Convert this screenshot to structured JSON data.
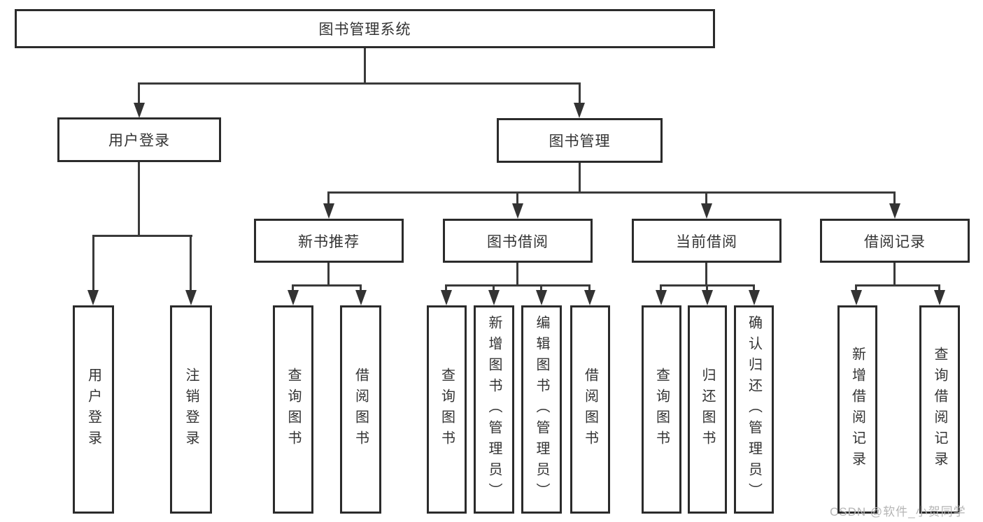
{
  "nodes": {
    "root": "图书管理系统",
    "user_login": "用户登录",
    "book_mgmt": "图书管理",
    "new_book_rec": "新书推荐",
    "book_borrow": "图书借阅",
    "current_borrow": "当前借阅",
    "borrow_records": "借阅记录",
    "leaf_user_login": "用户登录",
    "leaf_logout": "注销登录",
    "leaf_query_book_rec": "查询图书",
    "leaf_borrow_book_rec": "借阅图书",
    "leaf_query_book_borrow": "查询图书",
    "leaf_add_book_admin": "新增图书（管理员）",
    "leaf_edit_book_admin": "编辑图书（管理员）",
    "leaf_borrow_book": "借阅图书",
    "leaf_query_book_current": "查询图书",
    "leaf_return_book": "归还图书",
    "leaf_confirm_return_admin": "确认归还（管理员）",
    "leaf_add_borrow_record": "新增借阅记录",
    "leaf_query_borrow_record": "查询借阅记录"
  },
  "hierarchy": {
    "图书管理系统": {
      "用户登录": [
        "用户登录",
        "注销登录"
      ],
      "图书管理": {
        "新书推荐": [
          "查询图书",
          "借阅图书"
        ],
        "图书借阅": [
          "查询图书",
          "新增图书（管理员）",
          "编辑图书（管理员）",
          "借阅图书"
        ],
        "当前借阅": [
          "查询图书",
          "归还图书",
          "确认归还（管理员）"
        ],
        "借阅记录": [
          "新增借阅记录",
          "查询借阅记录"
        ]
      }
    }
  },
  "watermark": {
    "text": "CSDN @软件_小贺同学"
  },
  "colors": {
    "box_border": "#2b2b2b",
    "line": "#3a3a3a",
    "text": "#333333",
    "watermark": "#b5b5b5",
    "background": "#ffffff"
  }
}
